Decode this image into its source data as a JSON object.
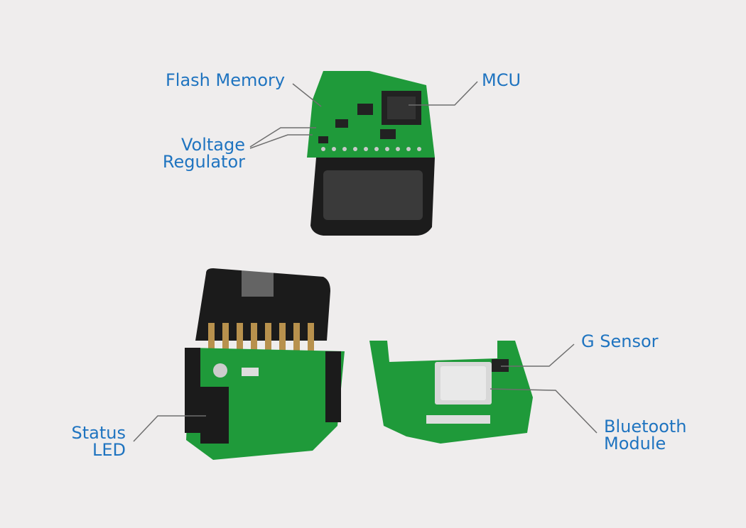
{
  "labels": {
    "flash_memory": "Flash Memory",
    "mcu": "MCU",
    "voltage_regulator_line1": "Voltage",
    "voltage_regulator_line2": "Regulator",
    "status_led_line1": "Status",
    "status_led_line2": "LED",
    "g_sensor": "G Sensor",
    "bluetooth_module_line1": "Bluetooth",
    "bluetooth_module_line2": "Module"
  },
  "colors": {
    "label": "#1f74c0",
    "pcb": "#1f9a3a",
    "connector": "#1a1a1a",
    "background": "#efeded",
    "leader_line": "#6e6e6e"
  }
}
